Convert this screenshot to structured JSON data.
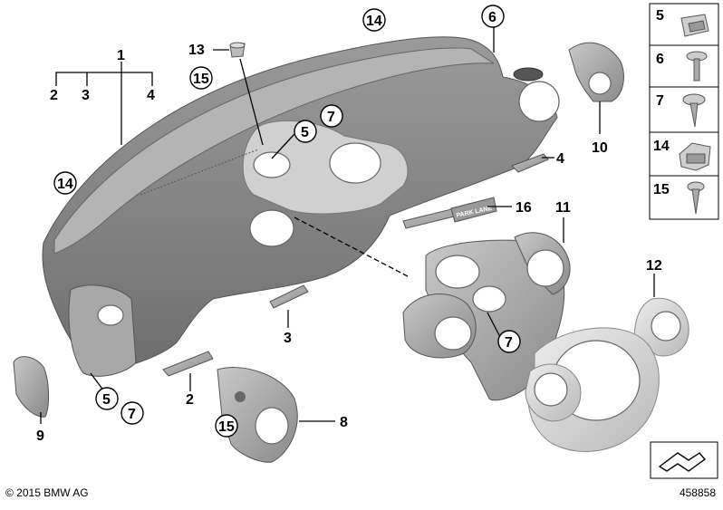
{
  "diagram": {
    "callouts": {
      "c1": "1",
      "c2_top": "2",
      "c3_top": "3",
      "c4_top": "4",
      "c13": "13",
      "c15_top": "15",
      "c14_top": "14",
      "c14_left": "14",
      "c5_mid": "5",
      "c7_mid": "7",
      "c6": "6",
      "c10": "10",
      "c4_right": "4",
      "c16": "16",
      "c11": "11",
      "c12": "12",
      "c7_right": "7",
      "c3_bottom": "3",
      "c2_bottom": "2",
      "c5_bottom": "5",
      "c7_bottom": "7",
      "c9": "9",
      "c15_bottom": "15",
      "c8": "8"
    },
    "park_lane_text": "PARK LANE",
    "legend": [
      {
        "number": "5",
        "icon": "clip-nut-icon"
      },
      {
        "number": "6",
        "icon": "screw-icon"
      },
      {
        "number": "7",
        "icon": "screw-icon"
      },
      {
        "number": "14",
        "icon": "spring-nut-icon"
      },
      {
        "number": "15",
        "icon": "screw-icon"
      }
    ],
    "copyright": "© 2015 BMW AG",
    "diagram_id": "458858"
  }
}
